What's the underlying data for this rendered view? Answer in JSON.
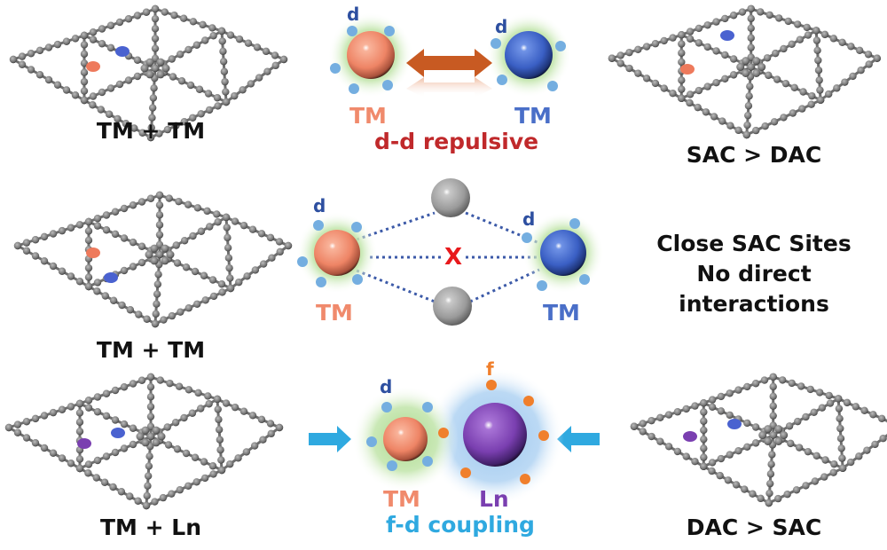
{
  "colors": {
    "tm_orange": "#f08a6c",
    "tm_blue": "#3a5fc4",
    "ln_purple": "#7a3fb0",
    "d_electron": "#74aee0",
    "f_electron": "#f07f2c",
    "repulsive_red": "#c0292b",
    "coupling_cyan": "#2fa9e0",
    "arrow_brown": "#c85a22",
    "green_glow": "#b9e0a2",
    "blue_glow": "#a9cdf0",
    "cross_red": "#e8191c",
    "carbon_gray": "#808080"
  },
  "rows": [
    {
      "left_caption": "TM + TM",
      "left_structure": {
        "site_a": "TM-orange",
        "site_b": "TM-blue"
      },
      "center": {
        "type": "d-d repulsion",
        "left_atom": {
          "label": "TM",
          "electron_label": "d"
        },
        "right_atom": {
          "label": "TM",
          "electron_label": "d"
        },
        "interaction_label": "d-d repulsive",
        "connector": "double-headed-arrow"
      },
      "right_caption": "SAC > DAC",
      "right_structure": {
        "site_a": "TM-orange",
        "site_b": "TM-blue"
      }
    },
    {
      "left_caption": "TM + TM",
      "left_structure": {
        "site_a": "TM-orange",
        "site_b": "TM-blue"
      },
      "center": {
        "type": "no direct interaction",
        "left_atom": {
          "label": "TM",
          "electron_label": "d"
        },
        "right_atom": {
          "label": "TM",
          "electron_label": "d"
        },
        "bridge_atoms": 2,
        "cross_mark": "X",
        "connector": "dotted-lines"
      },
      "right_note": [
        "Close SAC Sites",
        "No direct",
        "interactions"
      ]
    },
    {
      "left_caption": "TM + Ln",
      "left_structure": {
        "site_a": "Ln-purple",
        "site_b": "TM-blue"
      },
      "center": {
        "type": "f-d coupling",
        "left_atom": {
          "label": "TM",
          "electron_label": "d"
        },
        "right_atom": {
          "label": "Ln",
          "electron_label": "f"
        },
        "interaction_label": "f-d coupling",
        "connector": "converging-arrows"
      },
      "right_caption": "DAC > SAC",
      "right_structure": {
        "site_a": "Ln-purple",
        "site_b": "TM-blue"
      }
    }
  ]
}
